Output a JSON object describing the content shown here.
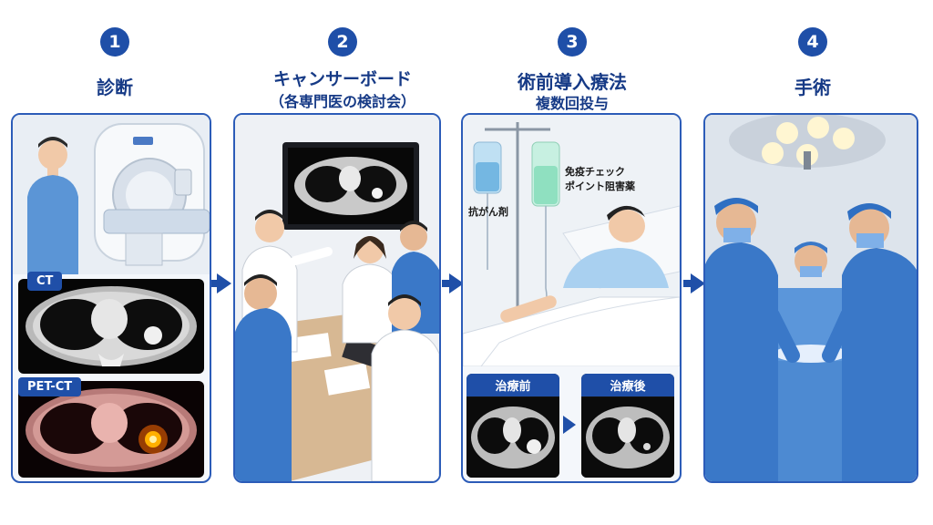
{
  "steps": [
    {
      "number": "1",
      "title": "診断",
      "subtitle": ""
    },
    {
      "number": "2",
      "title": "キャンサーボード",
      "subtitle": "（各専門医の検討会）"
    },
    {
      "number": "3",
      "title": "術前導入療法",
      "subtitle": "複数回投与"
    },
    {
      "number": "4",
      "title": "手術",
      "subtitle": ""
    }
  ],
  "panel1": {
    "ct_label": "CT",
    "petct_label": "PET-CT"
  },
  "panel3": {
    "drug1_label": "抗がん剤",
    "drug2_label_line1": "免疫チェック",
    "drug2_label_line2": "ポイント阻害薬",
    "before_label": "治療前",
    "after_label": "治療後"
  },
  "colors": {
    "accent": "#1f4fa8",
    "panel_border": "#2c5cb8",
    "scrub_blue": "#3a78c8"
  }
}
